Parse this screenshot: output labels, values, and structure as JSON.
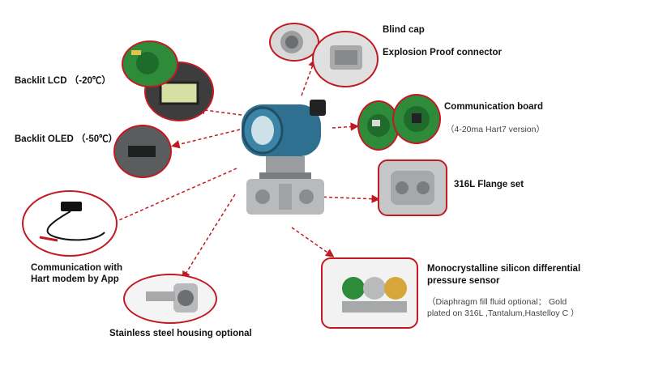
{
  "labels": {
    "blind_cap": "Blind cap",
    "explosion_proof": "Explosion Proof connector",
    "backlit_lcd": "Backlit LCD （-20℃）",
    "backlit_oled": "Backlit OLED （-50℃）",
    "communication_board": "Communication board",
    "communication_board_note": "（4-20ma Hart7 version）",
    "flange_set": "316L Flange set",
    "hart_modem_line1": "Communication with",
    "hart_modem_line2": "Hart modem by App",
    "stainless_housing": "Stainless steel housing optional",
    "sensor_line1": "Monocrystalline silicon differential",
    "sensor_line2": "pressure sensor",
    "sensor_note_line1": "（Diaphragm fill fluid optional： Gold",
    "sensor_note_line2": "plated on 316L ,Tantalum,Hastelloy C ）"
  },
  "colors": {
    "accent_red": "#c21a22",
    "housing_blue": "#2f6f8f",
    "pcb_green": "#2e8b3a",
    "steel": "#b8babc"
  }
}
